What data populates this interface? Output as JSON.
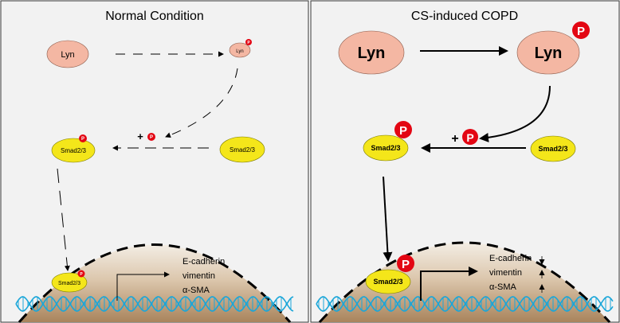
{
  "panels": [
    {
      "title": "Normal Condition",
      "lyn_label": "Lyn",
      "lyn_p_label": "Lyn",
      "phospho_label": "P",
      "plus_label": "+",
      "smad_label": "Smad2/3",
      "smad_p_label": "Smad2/3",
      "smad_nucleus_label": "Smad2/3",
      "genes": [
        "E-cadherin",
        "vimentin",
        "α-SMA"
      ]
    },
    {
      "title": "CS-induced COPD",
      "lyn_label": "Lyn",
      "lyn_p_label": "Lyn",
      "phospho_label": "P",
      "plus_label": "+",
      "smad_label": "Smad2/3",
      "smad_p_label": "Smad2/3",
      "smad_nucleus_label": "Smad2/3",
      "genes": [
        "E-cadherin",
        "vimentin",
        "α-SMA"
      ]
    }
  ],
  "colors": {
    "lyn_fill": "#f4b7a3",
    "smad_fill": "#f4e61a",
    "phospho_fill": "#e30613",
    "nucleus_top": "#f2ece3",
    "nucleus_bottom": "#b8926a",
    "dna": "#1aa6d9",
    "background": "#f2f2f2"
  }
}
